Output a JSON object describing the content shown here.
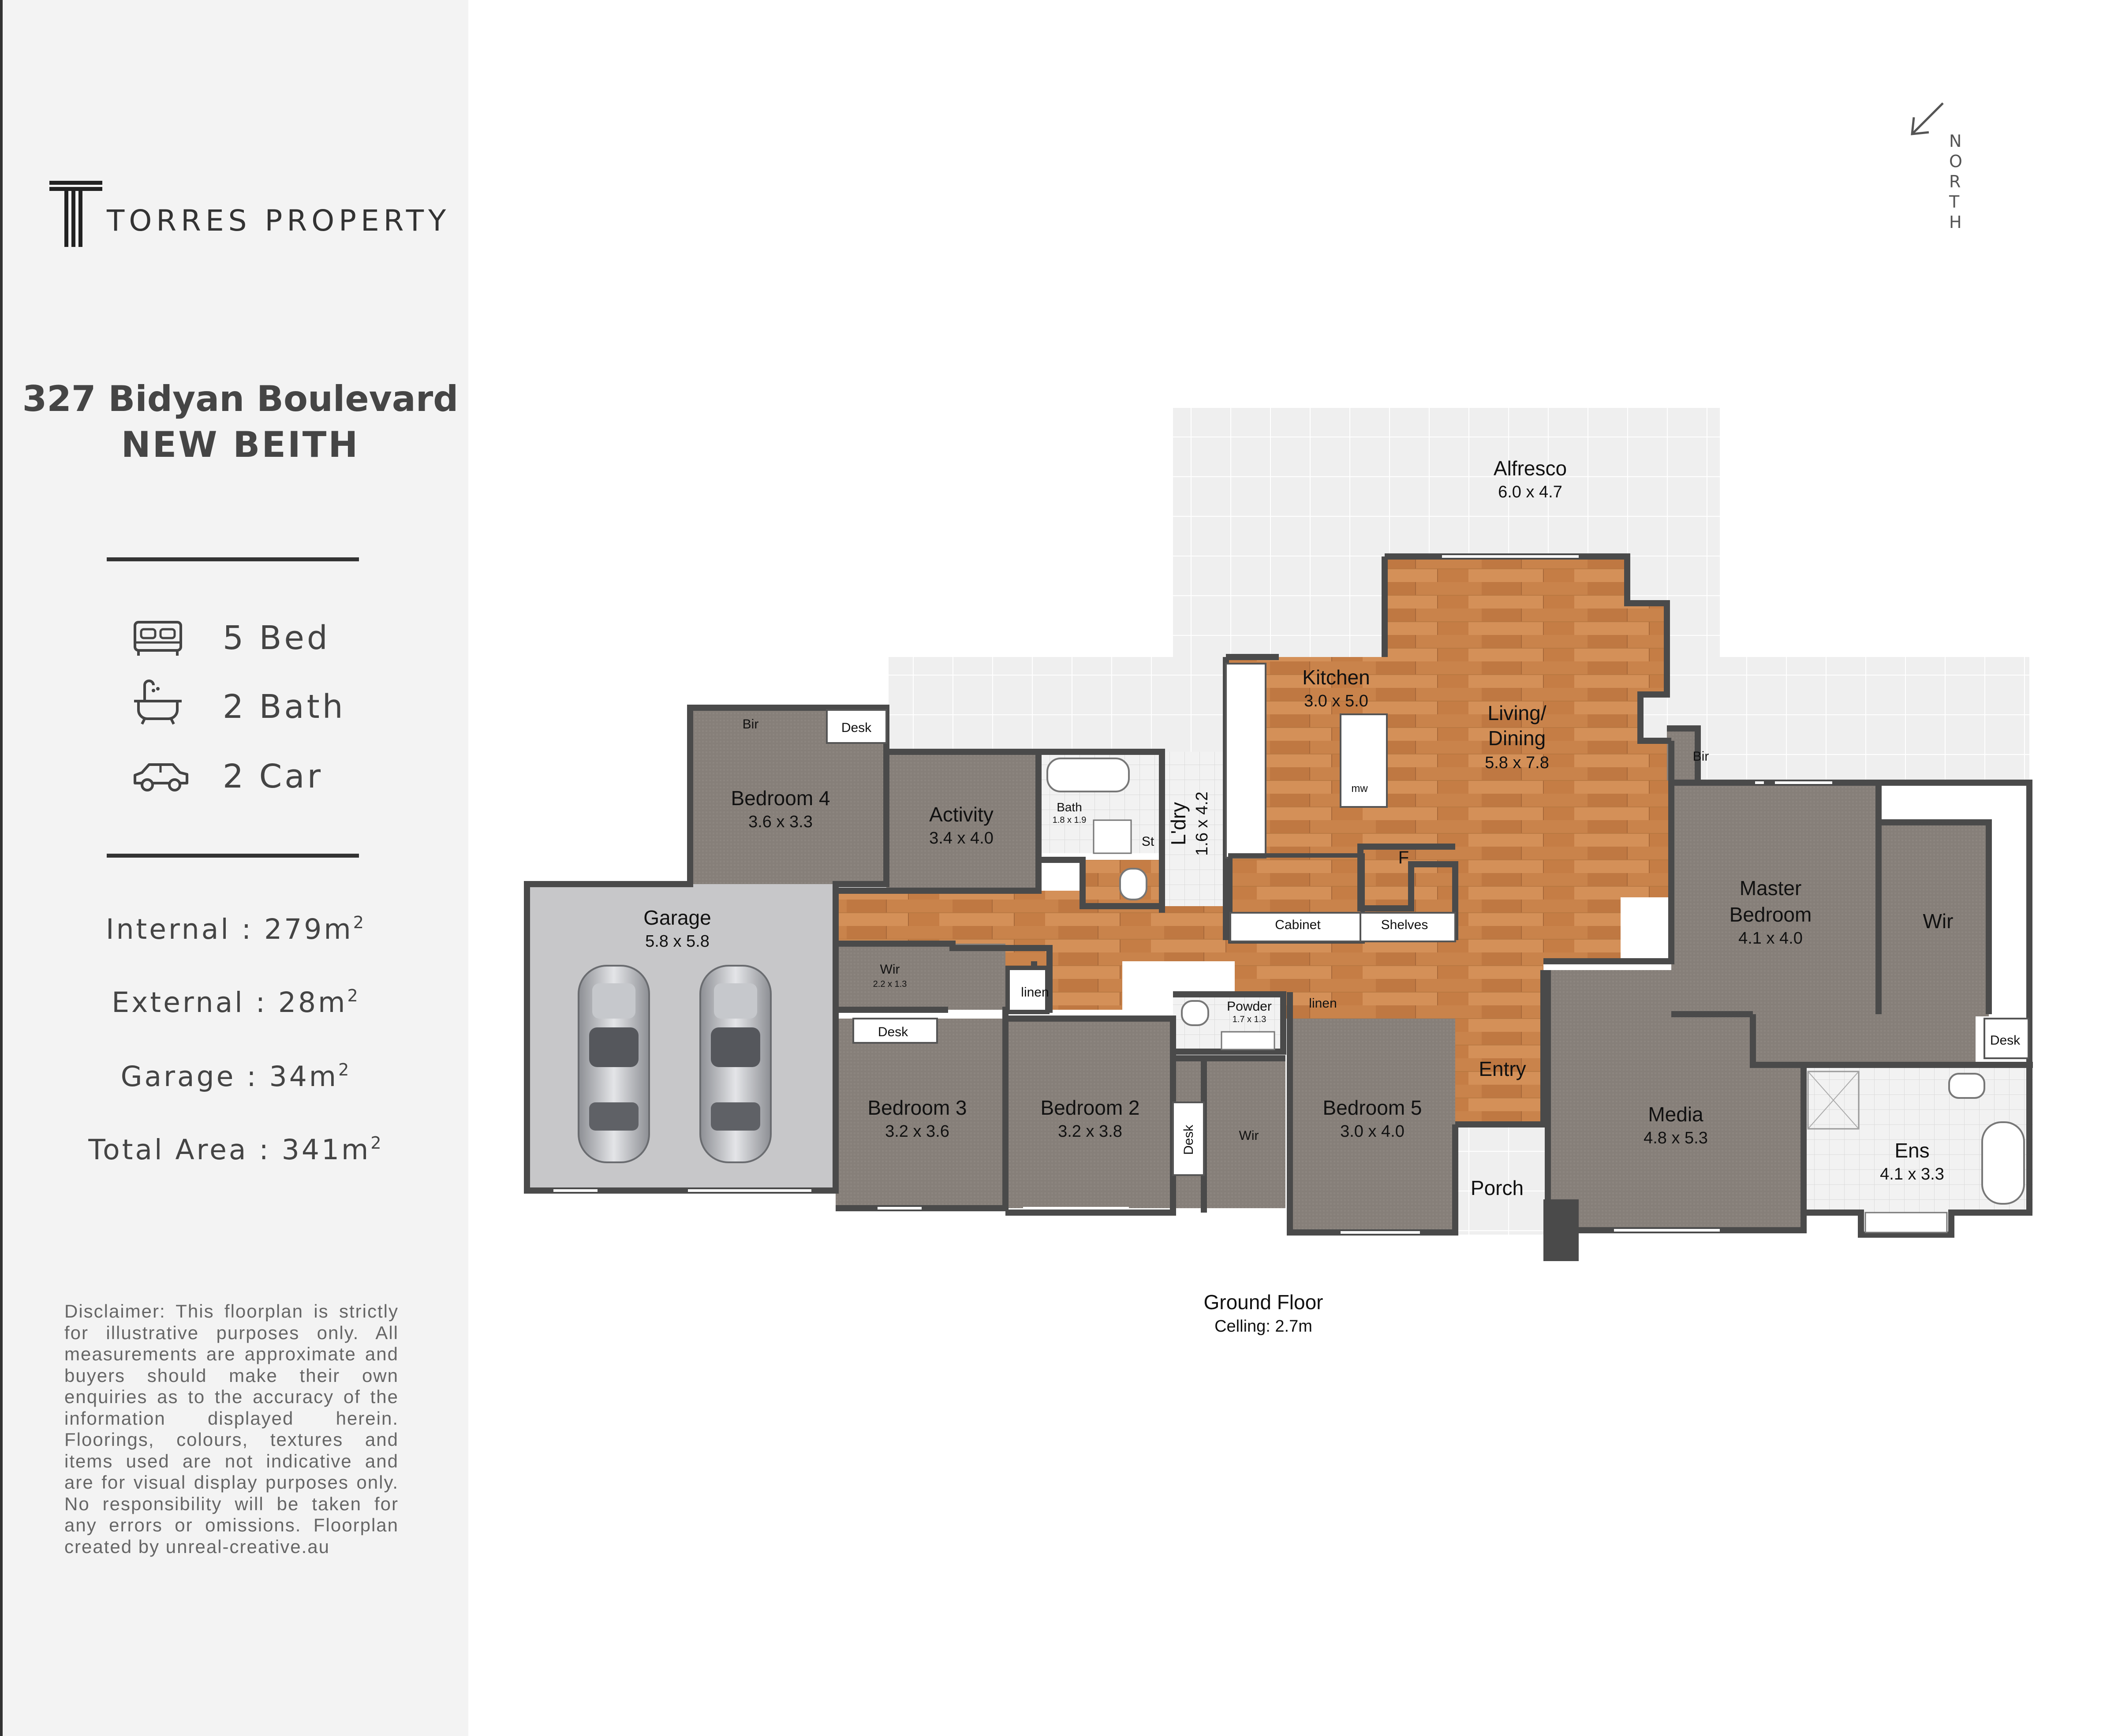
{
  "brand": {
    "name": "TORRES PROPERTY"
  },
  "address": {
    "line1": "327 Bidyan Boulevard",
    "line2": "NEW BEITH"
  },
  "features": [
    {
      "icon": "bed-icon",
      "label": "5 Bed"
    },
    {
      "icon": "bathtub-icon",
      "label": "2 Bath"
    },
    {
      "icon": "car-icon",
      "label": "2 Car"
    }
  ],
  "areas": {
    "internal": {
      "label": "Internal : 279m",
      "sup": "2"
    },
    "external": {
      "label": "External : 28m",
      "sup": "2"
    },
    "garage": {
      "label": "Garage : 34m",
      "sup": "2"
    },
    "total": {
      "label": "Total Area : 341m",
      "sup": "2"
    }
  },
  "disclaimer": "Disclaimer: This floorplan is strictly for illustrative purposes only. All measurements are approximate and buyers should make their own enquiries as to the accuracy of the information displayed herein. Floorings, colours, textures and items used are not indicative and are for visual display purposes only. No responsibility will be taken for any errors or omissions. Floorplan created by unreal-creative.au",
  "compass": {
    "letters": [
      "N",
      "O",
      "R",
      "T",
      "H"
    ]
  },
  "floor": {
    "title": "Ground Floor",
    "ceiling": "Celling: 2.7m"
  },
  "rooms": {
    "alfresco": {
      "name": "Alfresco",
      "size": "6.0 x 4.7"
    },
    "kitchen": {
      "name": "Kitchen",
      "size": "3.0 x 5.0"
    },
    "living": {
      "name1": "Living/",
      "name2": "Dining",
      "size": "5.8 x 7.8"
    },
    "bedroom4": {
      "name": "Bedroom 4",
      "size": "3.6 x 3.3"
    },
    "activity": {
      "name": "Activity",
      "size": "3.4 x 4.0"
    },
    "bath": {
      "name": "Bath",
      "size": "1.8 x 1.9"
    },
    "laundry": {
      "name": "L'dry",
      "size": "1.6 x 4.2"
    },
    "garage": {
      "name": "Garage",
      "size": "5.8 x 5.8"
    },
    "wir_bed3": {
      "name": "Wir",
      "size": "2.2 x 1.3"
    },
    "bedroom3": {
      "name": "Bedroom 3",
      "size": "3.2 x 3.6"
    },
    "bedroom2": {
      "name": "Bedroom 2",
      "size": "3.2 x 3.8"
    },
    "powder": {
      "name": "Powder",
      "size": "1.7 x 1.3"
    },
    "bedroom5": {
      "name": "Bedroom 5",
      "size": "3.0 x 4.0"
    },
    "master": {
      "name1": "Master",
      "name2": "Bedroom",
      "size": "4.1 x 4.0"
    },
    "media": {
      "name": "Media",
      "size": "4.8 x 5.3"
    },
    "ens": {
      "name": "Ens",
      "size": "4.1 x 3.3"
    },
    "entry": {
      "name": "Entry"
    },
    "porch": {
      "name": "Porch"
    }
  },
  "labels": {
    "bir": "Bir",
    "desk": "Desk",
    "st": "St",
    "mw": "mw",
    "f": "F",
    "cabinet": "Cabinet",
    "shelves": "Shelves",
    "linen": "linen",
    "wir": "Wir"
  }
}
